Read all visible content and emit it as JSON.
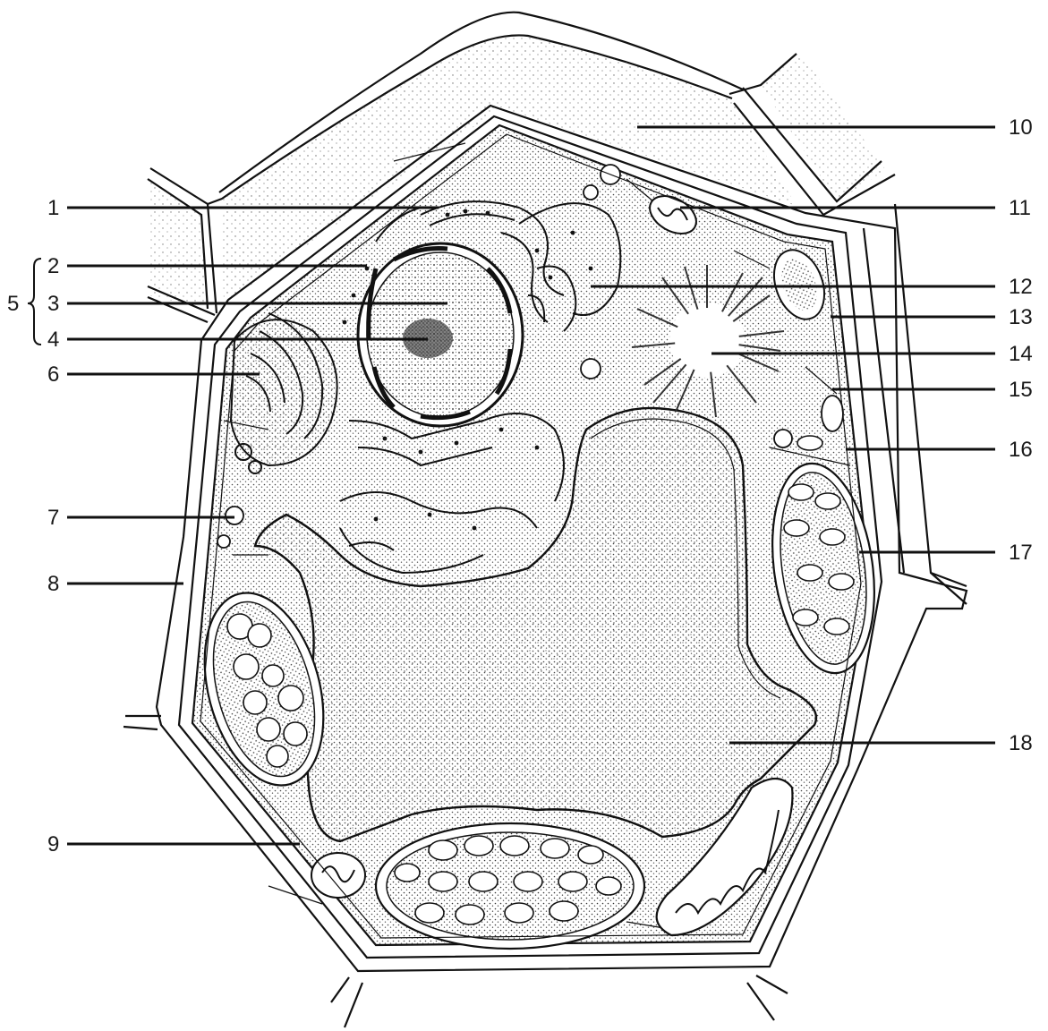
{
  "labels": {
    "l1": "1",
    "l2": "2",
    "l3": "3",
    "l4": "4",
    "l5": "5",
    "l6": "6",
    "l7": "7",
    "l8": "8",
    "l9": "9",
    "l10": "10",
    "l11": "11",
    "l12": "12",
    "l13": "13",
    "l14": "14",
    "l15": "15",
    "l16": "16",
    "l17": "17",
    "l18": "18"
  },
  "colors": {
    "ink": "#111111",
    "paper": "#ffffff",
    "stipple": "#3a3a3a"
  }
}
